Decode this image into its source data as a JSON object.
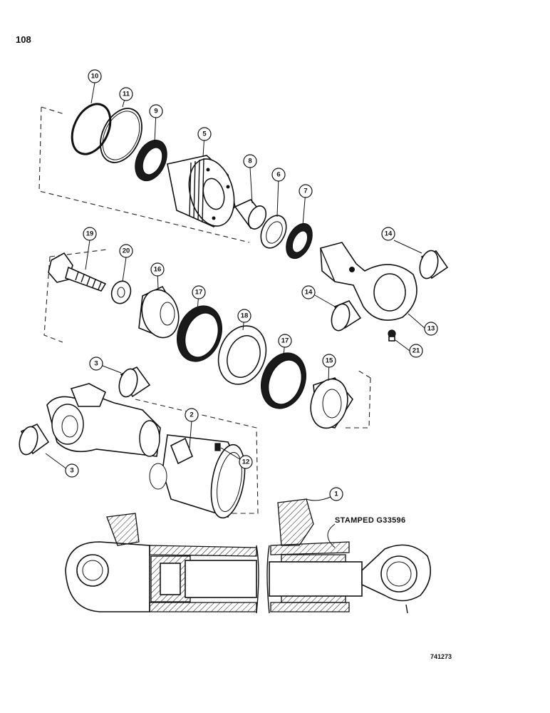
{
  "page": {
    "number": "108"
  },
  "figure": {
    "id": "741273"
  },
  "stamp_note": "STAMPED G33596",
  "callouts": [
    "10",
    "11",
    "9",
    "5",
    "8",
    "6",
    "7",
    "19",
    "20",
    "16",
    "17",
    "18",
    "17",
    "15",
    "14",
    "14",
    "13",
    "21",
    "3",
    "3",
    "2",
    "12",
    "1"
  ]
}
